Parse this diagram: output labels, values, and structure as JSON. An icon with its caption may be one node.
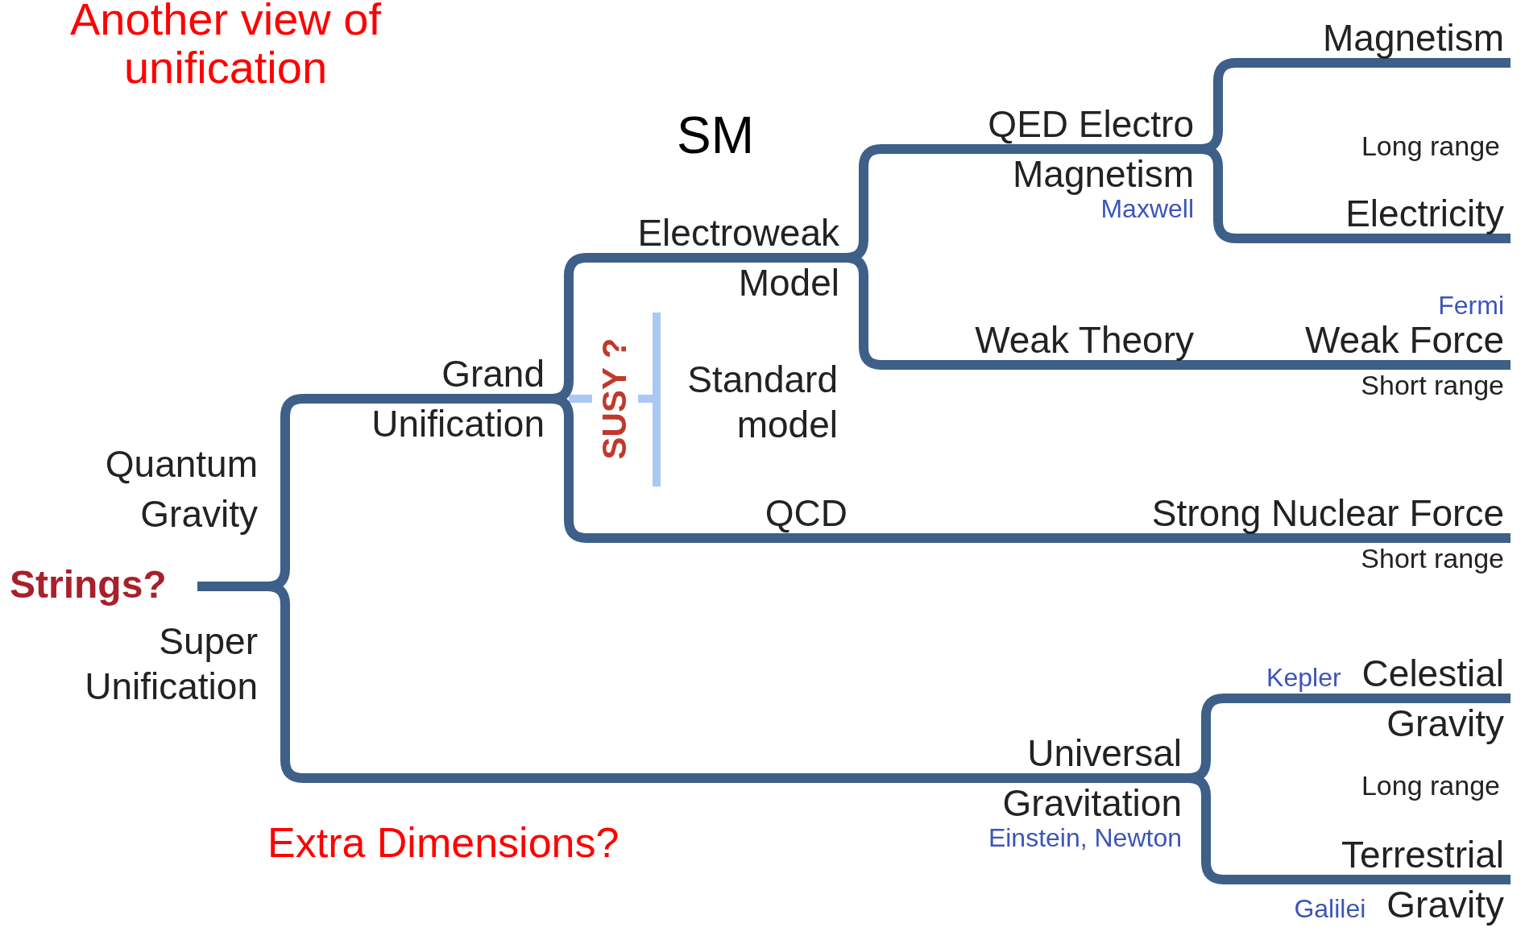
{
  "diagram": {
    "title": "Another view of unification",
    "nodes": [
      {
        "text": [
          "Strings?"
        ],
        "beside": [
          "Quantum Gravity",
          "Super Unification"
        ]
      },
      {
        "text": [
          "Grand",
          "Unification"
        ]
      },
      {
        "text": [
          "Electroweak",
          "Model"
        ]
      },
      {
        "text": [
          "QCD"
        ]
      },
      {
        "text": [
          "QED Electro",
          "Magnetism",
          "Maxwell"
        ]
      },
      {
        "text": [
          "Weak Theory"
        ]
      },
      {
        "text": [
          "Magnetism"
        ]
      },
      {
        "text": [
          "Electricity"
        ]
      },
      {
        "text": [
          "Fermi",
          "Weak Force",
          "Short range"
        ]
      },
      {
        "text": [
          "Strong Nuclear Force",
          "Short range"
        ]
      },
      {
        "text": [
          "Universal",
          "Gravitation",
          "Einstein, Newton"
        ]
      },
      {
        "text": [
          "Kepler",
          "Celestial",
          "Gravity"
        ]
      },
      {
        "text": [
          "Terrestrial",
          "Galilei",
          "Gravity"
        ]
      }
    ],
    "edges": [
      {
        "from": 0,
        "to": 1,
        "arrow": "none"
      },
      {
        "from": 0,
        "to": 10,
        "arrow": "none"
      },
      {
        "from": 1,
        "to": 2,
        "arrow": "none"
      },
      {
        "from": 1,
        "to": 3,
        "arrow": "none"
      },
      {
        "from": 2,
        "to": 4,
        "arrow": "none"
      },
      {
        "from": 2,
        "to": 5,
        "arrow": "none"
      },
      {
        "from": 4,
        "to": 6,
        "arrow": "none"
      },
      {
        "from": 4,
        "to": 7,
        "arrow": "none"
      },
      {
        "from": 5,
        "to": 8,
        "arrow": "none"
      },
      {
        "from": 3,
        "to": 9,
        "arrow": "none"
      },
      {
        "from": 10,
        "to": 11,
        "arrow": "none"
      },
      {
        "from": 10,
        "to": 12,
        "arrow": "none"
      }
    ],
    "labels": [
      "SM",
      "Long range",
      "Standard model",
      "SUSY ?",
      "Long range",
      "Extra Dimensions?"
    ]
  }
}
